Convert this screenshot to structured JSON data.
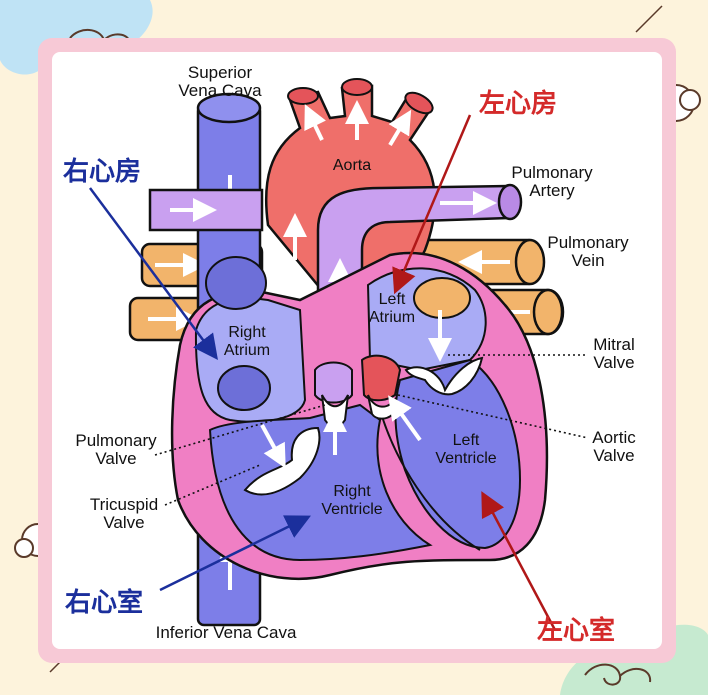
{
  "labels": {
    "superior_vena_cava_1": "Superior",
    "superior_vena_cava_2": "Vena Cava",
    "aorta": "Aorta",
    "pulmonary_artery_1": "Pulmonary",
    "pulmonary_artery_2": "Artery",
    "pulmonary_vein_1": "Pulmonary",
    "pulmonary_vein_2": "Vein",
    "left_atrium_1": "Left",
    "left_atrium_2": "Atrium",
    "right_atrium_1": "Right",
    "right_atrium_2": "Atrium",
    "mitral_valve_1": "Mitral",
    "mitral_valve_2": "Valve",
    "aortic_valve_1": "Aortic",
    "aortic_valve_2": "Valve",
    "pulmonary_valve_1": "Pulmonary",
    "pulmonary_valve_2": "Valve",
    "tricuspid_valve_1": "Tricuspid",
    "tricuspid_valve_2": "Valve",
    "left_ventricle_1": "Left",
    "left_ventricle_2": "Ventricle",
    "right_ventricle_1": "Right",
    "right_ventricle_2": "Ventricle",
    "inferior_vena_cava": "Inferior Vena Cava"
  },
  "chinese_labels": {
    "left_atrium_cn": "左心房",
    "right_atrium_cn": "右心房",
    "right_ventricle_cn": "右心室",
    "left_ventricle_cn": "左心室"
  },
  "colors": {
    "background": "#fdf3dc",
    "frame": "#f7c9d6",
    "panel": "#ffffff",
    "deoxygenated": "#7d7ee8",
    "oxygenated": "#ef6f6a",
    "pulmonary_artery": "#c9a0f0",
    "pulmonary_vein": "#f2b46b",
    "myocardium": "#f07fc4",
    "label_blue": "#1b2f9c",
    "label_red": "#d42a2a"
  }
}
